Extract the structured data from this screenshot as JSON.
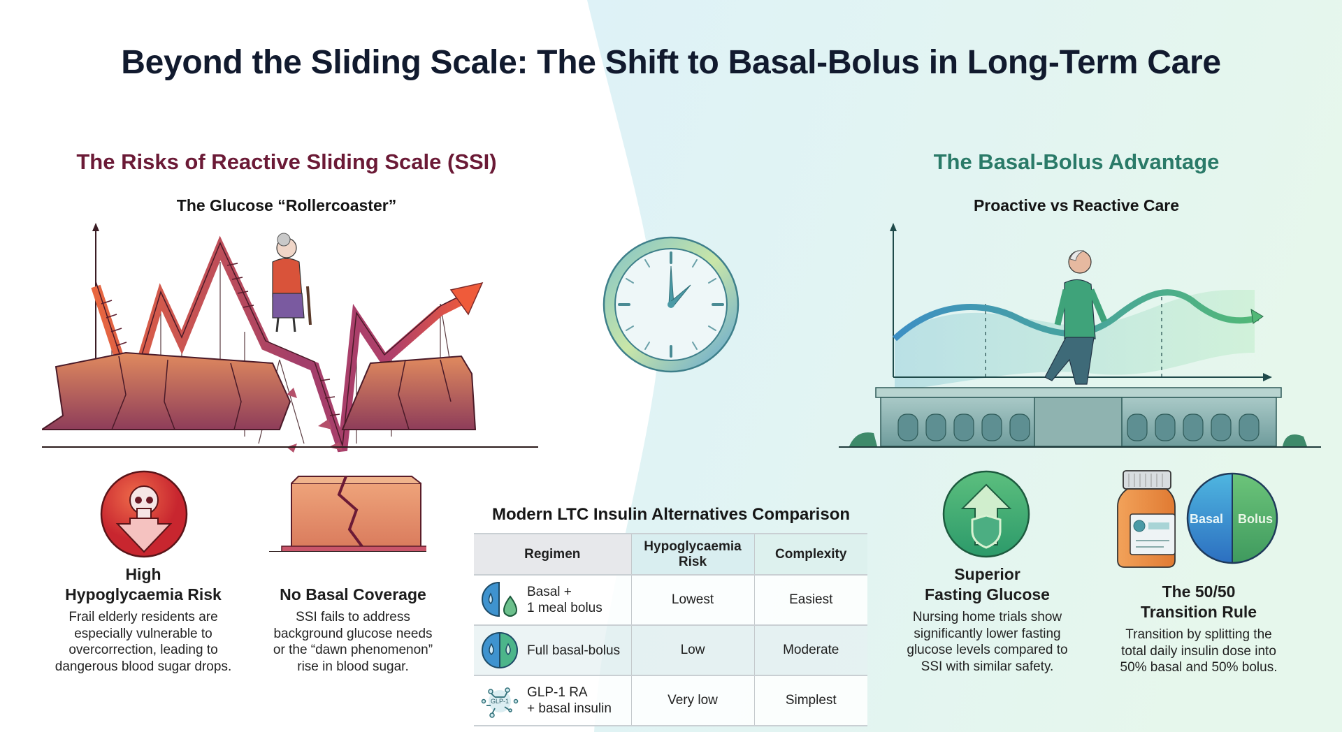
{
  "title": "Beyond the Sliding Scale: The Shift to Basal-Bolus in Long-Term Care",
  "colors": {
    "title": "#111a2e",
    "left_heading": "#6b1a36",
    "right_heading": "#2a7a68",
    "risk_red": "#d6363b",
    "rock": "#c8684c",
    "basal_blue": "#2f86c8",
    "bolus_green": "#4fae74",
    "bg_right": "#e3f4f3"
  },
  "left": {
    "heading": "The Risks of Reactive Sliding Scale (SSI)",
    "subheading": "The Glucose “Rollercoaster”",
    "illustration": "rollercoaster-glucose-chart-with-elderly-woman-on-ladder-over-cracked-cliff",
    "cards": [
      {
        "icon": "skull-down-arrow-icon",
        "title_line1": "High",
        "title_line2": "Hypoglycaemia Risk",
        "body_lines": [
          "Frail elderly residents are",
          "especially vulnerable to",
          "overcorrection, leading to",
          "dangerous blood sugar drops."
        ]
      },
      {
        "icon": "cracked-block-icon",
        "title_line1": "",
        "title_line2": "No Basal Coverage",
        "body_lines": [
          "SSI fails to address",
          "background glucose needs",
          "or the “dawn phenomenon”",
          "rise in blood sugar."
        ]
      }
    ]
  },
  "center": {
    "clock_icon": "clock-icon",
    "table": {
      "title": "Modern LTC Insulin Alternatives Comparison",
      "headers": [
        "Regimen",
        "Hypoglycaemia\nRisk",
        "Complexity"
      ],
      "header_risk_line1": "Hypoglycaemia",
      "header_risk_line2": "Risk",
      "rows": [
        {
          "icon": "basal-plus-drop-icon",
          "regimen_line1": "Basal +",
          "regimen_line2": "1 meal bolus",
          "risk": "Lowest",
          "complexity": "Easiest"
        },
        {
          "icon": "split-basal-bolus-circle-icon",
          "regimen_line1": "Full basal-bolus",
          "regimen_line2": "",
          "risk": "Low",
          "complexity": "Moderate"
        },
        {
          "icon": "glp1-molecule-icon",
          "regimen_line1": "GLP-1 RA",
          "regimen_line2": "+ basal insulin",
          "risk": "Very low",
          "complexity": "Simplest",
          "icon_text": "GLP-1"
        }
      ]
    }
  },
  "right": {
    "heading": "The Basal-Bolus Advantage",
    "subheading": "Proactive vs Reactive Care",
    "illustration": "elderly-man-walking-on-steady-glucose-curve-over-building",
    "cards": [
      {
        "icon": "up-arrow-shield-icon",
        "title_line1": "Superior",
        "title_line2": "Fasting Glucose",
        "body_lines": [
          "Nursing home trials show",
          "significantly lower fasting",
          "glucose levels compared to",
          "SSI with similar safety."
        ]
      },
      {
        "icon": "pill-bottle-and-split-circle-icon",
        "title_line1": "The 50/50",
        "title_line2": "Transition Rule",
        "split_left": "Basal",
        "split_right": "Bolus",
        "body_lines": [
          "Transition by splitting the",
          "total daily insulin dose into",
          "50% basal and 50% bolus."
        ]
      }
    ]
  }
}
